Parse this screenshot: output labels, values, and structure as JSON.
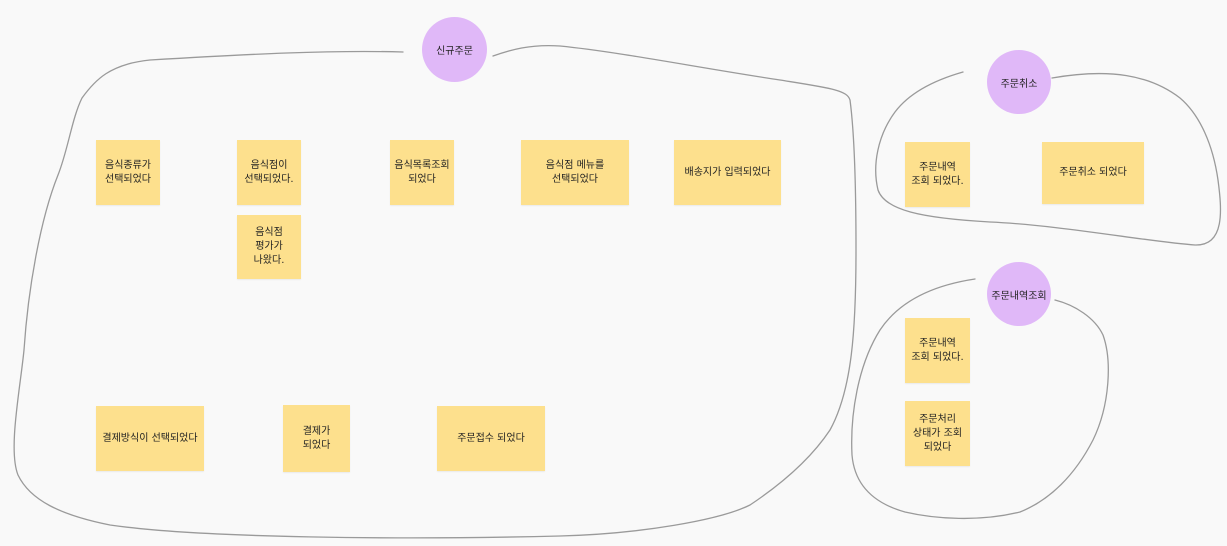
{
  "colors": {
    "background": "#f9f9f9",
    "sticky": "#fde08d",
    "circle": "#e0b8f8",
    "outline": "#9a9a9a"
  },
  "groups": {
    "new_order": {
      "title": "신규주문",
      "notes": [
        "음식종류가\n선택되었다",
        "음식점이\n선택되었다.",
        "음식점\n평가가\n나왔다.",
        "음식목록조회\n되었다",
        "음식점 메뉴를\n선택되었다",
        "배송지가 입력되었다",
        "결제방식이 선택되었다",
        "결제가\n되었다",
        "주문접수 되었다"
      ]
    },
    "cancel_order": {
      "title": "주문취소",
      "notes": [
        "주문내역\n조회 되었다.",
        "주문취소 되었다"
      ]
    },
    "order_history": {
      "title": "주문내역조회",
      "notes": [
        "주문내역\n조회 되었다.",
        "주문처리\n상태가 조회\n되었다"
      ]
    }
  }
}
